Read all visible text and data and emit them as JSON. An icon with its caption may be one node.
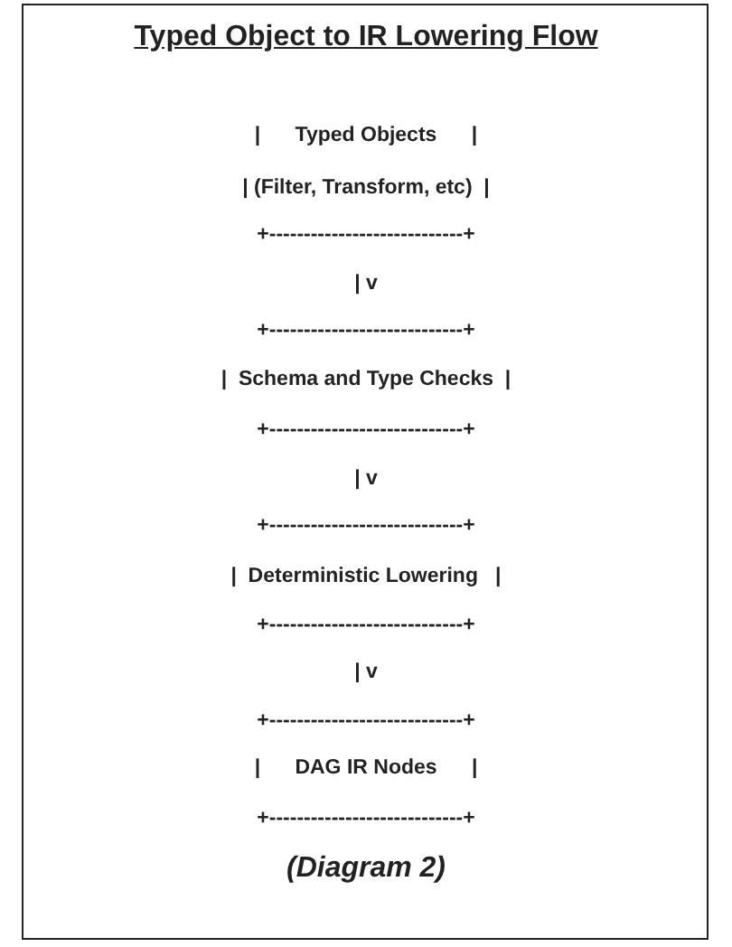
{
  "diagram": {
    "title": "Typed Object to IR Lowering Flow",
    "caption": "(Diagram 2)",
    "labels": [
      "|      Typed Objects      |",
      "| (Filter, Transform, etc)  |",
      "+----------------------------+",
      "| v",
      "+----------------------------+",
      "|  Schema and Type Checks  |",
      "+----------------------------+",
      "| v",
      "+----------------------------+",
      "|  Deterministic Lowering   |",
      "+----------------------------+",
      "| v",
      "+----------------------------+",
      "|      DAG IR Nodes      |",
      "+----------------------------+"
    ]
  }
}
